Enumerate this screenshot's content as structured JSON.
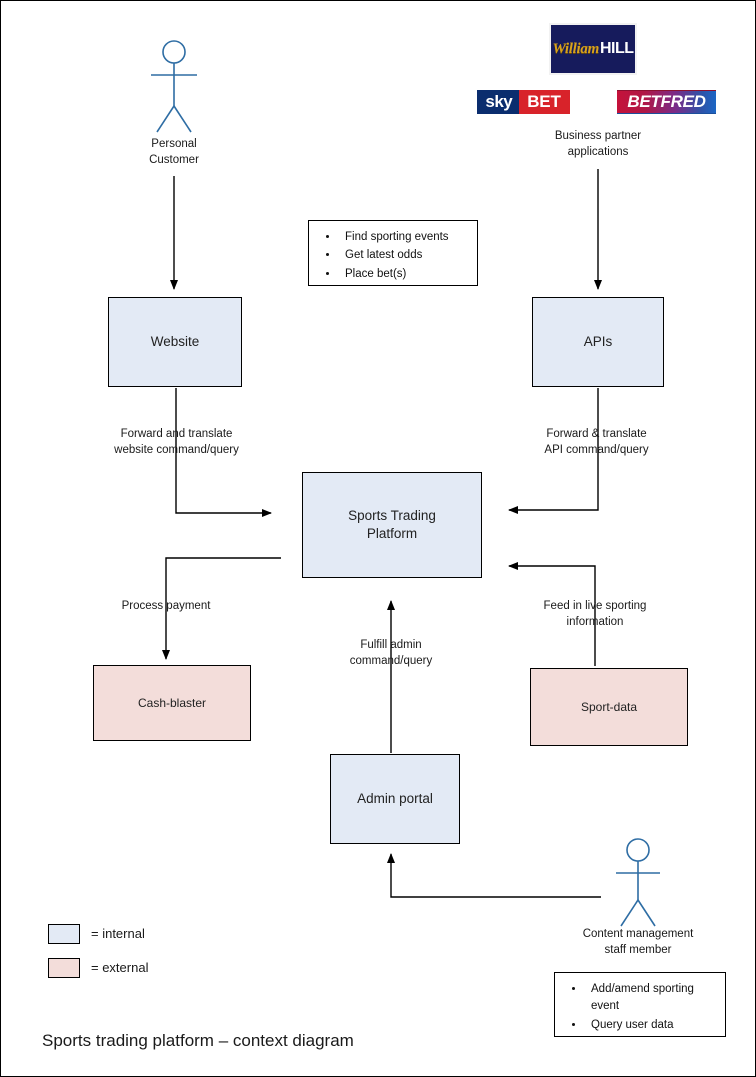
{
  "title": "Sports trading platform – context diagram",
  "colors": {
    "internal_fill": "#e3eaf5",
    "external_fill": "#f3ddda",
    "actor_stroke": "#2e6da4",
    "edge_stroke": "#000000"
  },
  "actors": [
    {
      "id": "personal-customer",
      "label": "Personal\nCustomer"
    },
    {
      "id": "content-management-staff",
      "label": "Content management\nstaff member"
    }
  ],
  "partner_logos": {
    "caption": "Business partner\napplications",
    "items": [
      {
        "id": "william-hill",
        "word1": "William",
        "word2": "HILL"
      },
      {
        "id": "sky-bet",
        "word1": "sky",
        "word2": "BET"
      },
      {
        "id": "betfred",
        "word1": "BETFRED"
      }
    ]
  },
  "nodes": [
    {
      "id": "website",
      "label": "Website",
      "type": "internal"
    },
    {
      "id": "apis",
      "label": "APIs",
      "type": "internal"
    },
    {
      "id": "sports-trading-platform",
      "label": "Sports Trading\nPlatform",
      "type": "internal"
    },
    {
      "id": "cash-blaster",
      "label": "Cash-blaster",
      "type": "external"
    },
    {
      "id": "sport-data",
      "label": "Sport-data",
      "type": "external"
    },
    {
      "id": "admin-portal",
      "label": "Admin portal",
      "type": "internal"
    }
  ],
  "edge_labels": [
    {
      "id": "website-to-platform",
      "text": "Forward and translate\nwebsite command/query"
    },
    {
      "id": "apis-to-platform",
      "text": "Forward & translate\nAPI command/query"
    },
    {
      "id": "platform-to-cash-blaster",
      "text": "Process payment"
    },
    {
      "id": "admin-portal-to-platform",
      "text": "Fulfill admin\ncommand/query"
    },
    {
      "id": "sport-data-to-platform",
      "text": "Feed in live sporting\ninformation"
    }
  ],
  "notes": [
    {
      "id": "customer-actions",
      "items": [
        "Find sporting events",
        "Get latest odds",
        "Place bet(s)"
      ]
    },
    {
      "id": "staff-actions",
      "items": [
        "Add/amend sporting event",
        "Query user data"
      ]
    }
  ],
  "legend": [
    {
      "id": "internal",
      "text": "= internal",
      "type": "internal"
    },
    {
      "id": "external",
      "text": "= external",
      "type": "external"
    }
  ]
}
